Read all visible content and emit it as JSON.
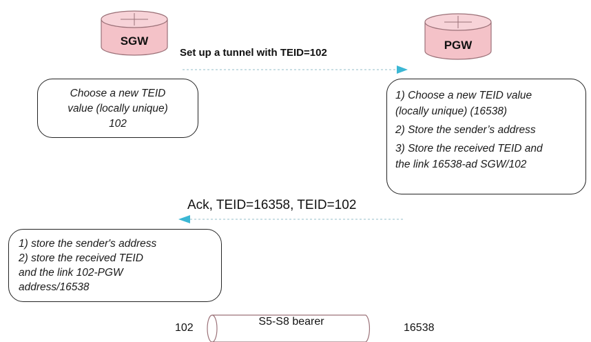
{
  "nodes": {
    "sgw": "SGW",
    "pgw": "PGW"
  },
  "messages": {
    "setup": "Set up a tunnel with TEID=102",
    "ack": "Ack, TEID=16358, TEID=102"
  },
  "sgw_box": {
    "lines": [
      "Choose a new TEID",
      "value (locally unique)",
      "102"
    ]
  },
  "pgw_box": {
    "lines": [
      "1) Choose a new TEID value",
      "(locally unique) (16538)",
      "2) Store the sender’s address",
      "3) Store the received TEID and",
      "the link 16538-ad SGW/102"
    ]
  },
  "sgw_store_box": {
    "lines": [
      "1) store the sender's address",
      "2) store the received TEID",
      "and the link 102-PGW",
      "address/16538"
    ]
  },
  "bearer": {
    "label": "S5-S8 bearer",
    "left_teid": "102",
    "right_teid": "16538"
  },
  "colors": {
    "node_fill": "#f4c2c8",
    "node_stroke": "#9a7077",
    "arrow": "#3bb7d4"
  }
}
